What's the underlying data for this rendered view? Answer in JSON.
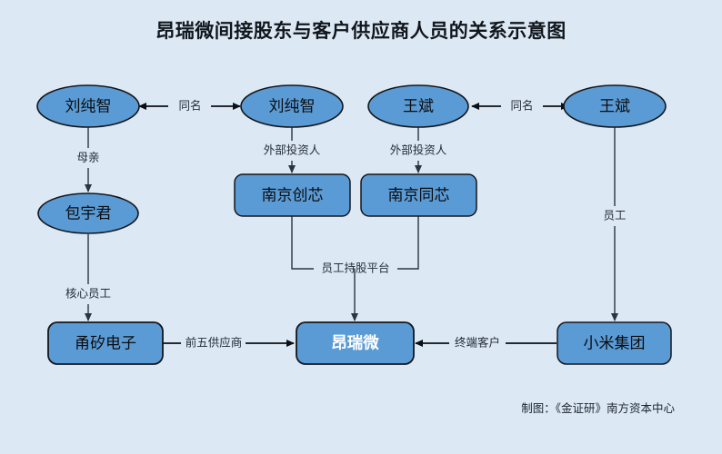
{
  "title": "昂瑞微间接股东与客户供应商人员的关系示意图",
  "footer": "制图：《金证研》南方资本中心",
  "colors": {
    "background": "#dce9f5",
    "node_fill": "#5b9bd5",
    "node_stroke": "#14161a",
    "edge": "#2c3440",
    "title_text": "#11161c",
    "emph_text": "#ffffff"
  },
  "nodes": [
    {
      "id": "liuchunzhi_left",
      "label": "刘纯智",
      "shape": "ellipse"
    },
    {
      "id": "liuchunzhi_right",
      "label": "刘纯智",
      "shape": "ellipse"
    },
    {
      "id": "wangbin_left",
      "label": "王斌",
      "shape": "ellipse"
    },
    {
      "id": "wangbin_right",
      "label": "王斌",
      "shape": "ellipse"
    },
    {
      "id": "baoyujun",
      "label": "包宇君",
      "shape": "ellipse"
    },
    {
      "id": "nanjingchuangxin",
      "label": "南京创芯",
      "shape": "rect"
    },
    {
      "id": "nanjingtongxin",
      "label": "南京同芯",
      "shape": "rect"
    },
    {
      "id": "yongxidianzi",
      "label": "甬矽电子",
      "shape": "rect"
    },
    {
      "id": "angruiwei",
      "label": "昂瑞微",
      "shape": "rect",
      "emphasis": true
    },
    {
      "id": "xiaomijituan",
      "label": "小米集团",
      "shape": "rect"
    }
  ],
  "edges": [
    {
      "id": "tongming_liu",
      "label": "同名",
      "from": "liuchunzhi_right",
      "to": "liuchunzhi_left",
      "bidirectional": true
    },
    {
      "id": "tongming_wang",
      "label": "同名",
      "from": "wangbin_right",
      "to": "wangbin_left",
      "bidirectional": true
    },
    {
      "id": "muqin",
      "label": "母亲",
      "from": "liuchunzhi_left",
      "to": "baoyujun"
    },
    {
      "id": "hexinyuangong",
      "label": "核心员工",
      "from": "baoyujun",
      "to": "yongxidianzi"
    },
    {
      "id": "waibutouzi_liu",
      "label": "外部投资人",
      "from": "liuchunzhi_right",
      "to": "nanjingchuangxin"
    },
    {
      "id": "waibutouzi_wang",
      "label": "外部投资人",
      "from": "wangbin_left",
      "to": "nanjingtongxin"
    },
    {
      "id": "chigupingtai",
      "label": "员工持股平台",
      "from": "nanjingchuangxin+nanjingtongxin",
      "to": "angruiwei"
    },
    {
      "id": "qianwugongyings",
      "label": "前五供应商",
      "from": "yongxidianzi",
      "to": "angruiwei"
    },
    {
      "id": "zhongduankehu",
      "label": "终端客户",
      "from": "xiaomijituan",
      "to": "angruiwei"
    },
    {
      "id": "yuangong",
      "label": "员工",
      "from": "wangbin_right",
      "to": "xiaomijituan"
    }
  ]
}
